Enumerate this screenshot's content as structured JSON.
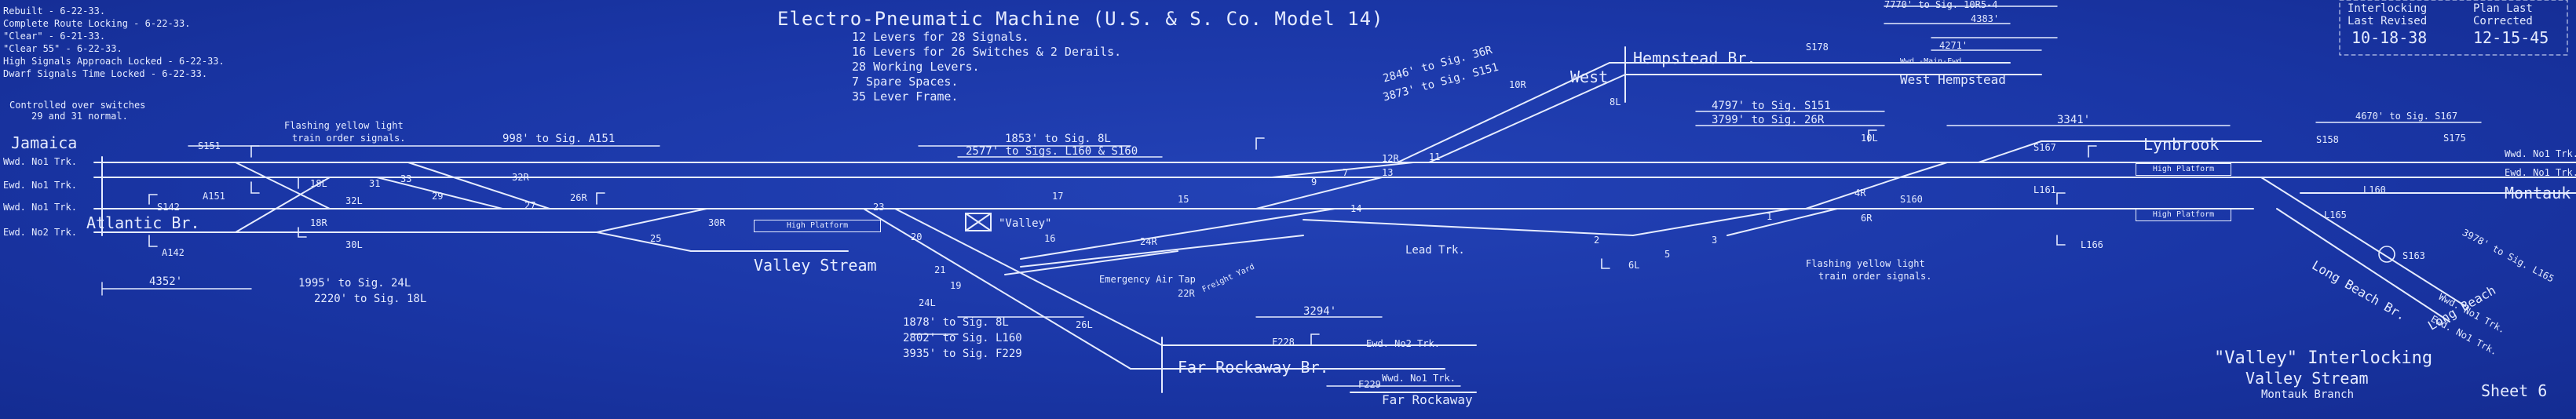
{
  "drawing": {
    "title": "Electro-Pneumatic Machine (U.S. & S. Co. Model 14)",
    "machine_spec": [
      "12 Levers for 28 Signals.",
      "16 Levers for 26 Switches & 2 Derails.",
      "28 Working Levers.",
      "7 Spare Spaces.",
      "35 Lever Frame."
    ],
    "notes_topleft": [
      "Rebuilt - 6-22-33.",
      "Complete Route Locking - 6-22-33.",
      "\"Clear\" - 6-21-33.",
      "\"Clear 55\" - 6-22-33.",
      "High Signals Approach Locked - 6-22-33.",
      "Dwarf Signals Time Locked - 6-22-33."
    ],
    "revision": {
      "interlocking_label": "Interlocking",
      "last_revised_label": "Last Revised",
      "last_revised_date": "10-18-38",
      "plan_last_label": "Plan Last",
      "corrected_label": "Corrected",
      "corrected_date": "12-15-45"
    },
    "title_block": {
      "line1": "\"Valley\" Interlocking",
      "line2": "Valley Stream",
      "line3": "Montauk Branch",
      "sheet": "Sheet 6"
    }
  },
  "places": {
    "jamaica": "Jamaica",
    "atlantic_br": "Atlantic Br.",
    "valley_stream": "Valley Stream",
    "valley_box": "\"Valley\"",
    "hempstead_br": "Hempstead Br.",
    "west": "West",
    "west_hempstead": "West Hempstead",
    "lynbrook": "Lynbrook",
    "montauk": "Montauk",
    "long_beach_br": "Long Beach Br.",
    "long_beach": "Long Beach",
    "far_rockaway_br": "Far Rockaway Br.",
    "far_rockaway": "Far Rockaway",
    "high_platform": "High Platform",
    "lead_trk": "Lead Trk.",
    "freight_yard": "Freight Yard",
    "emergency_air_tap": "Emergency Air Tap"
  },
  "tracks": {
    "wwd_1_left": "Wwd. No1 Trk.",
    "ewd_1_left": "Ewd. No1 Trk.",
    "wwd_1_left2": "Wwd. No1 Trk.",
    "ewd_2_left": "Ewd. No2 Trk.",
    "wwd_1_right": "Wwd. No1 Trk.",
    "ewd_1_right": "Ewd. No1 Trk.",
    "wwd_1_lb": "Wwd. No1 Trk.",
    "ewd_1_lb": "Ewd. No1 Trk.",
    "ewd_2_fr": "Ewd. No2 Trk.",
    "wwd_1_fr": "Wwd. No1 Trk.",
    "wwd_main_ewd": "Wwd.-Main-Ewd."
  },
  "notes": {
    "controlled": "Controlled over switches",
    "controlled2": "29 and 31 normal.",
    "flashing1": "Flashing yellow light",
    "flashing2": "train order signals.",
    "flashing3": "Flashing yellow light",
    "flashing4": "train order signals."
  },
  "distances": {
    "d4352": "4352'",
    "d1995": "1995' to Sig. 24L",
    "d2220": "2220' to Sig. 18L",
    "d998": "998' to Sig. A151",
    "d1853": "1853' to Sig. 8L",
    "d2577": "2577' to Sigs. L160 & S160",
    "d2846": "2846' to Sig. 36R",
    "d3873": "3873' to Sig. S151",
    "d7770": "7770' to Sig. 10R5-4",
    "d4383": "4383'",
    "d4271": "4271'",
    "d4797": "4797' to Sig. S151",
    "d3799": "3799' to Sig. 26R",
    "d3341": "3341'",
    "d4670": "4670' to Sig. S167",
    "d3294": "3294'",
    "d1878": "1878' to Sig. 8L",
    "d2802": "2802' to Sig. L160",
    "d3935": "3935' to Sig. F229",
    "d3978": "3978' to Sig. L165"
  },
  "signals": {
    "s151": "S151",
    "a151": "A151",
    "s142": "S142",
    "a142": "A142",
    "s18l": "18L",
    "s18r": "18R",
    "s32l": "32L",
    "s32r": "32R",
    "s30l": "30L",
    "s24r": "24R",
    "s24l": "24L",
    "s22r": "22R",
    "s26r": "26R",
    "s26l": "26L",
    "s30r": "30R",
    "s8l": "8L",
    "s6l": "6L",
    "s6r": "6R",
    "s4r": "4R",
    "s10r": "10R",
    "s10l": "10L",
    "s12r": "12R",
    "s167": "S167",
    "s160": "S160",
    "l161": "L161",
    "l166": "L166",
    "f229": "F229",
    "f228": "F228",
    "s178": "S178",
    "s175": "S175",
    "l160": "L160",
    "s158": "S158",
    "s163": "S163",
    "l165": "L165"
  },
  "levers": {
    "l31": "31",
    "l33": "33",
    "l29": "29",
    "l27": "27",
    "l25": "25",
    "l23": "23",
    "l21": "21",
    "l19": "19",
    "l17": "17",
    "l15": "15",
    "l13": "13",
    "l11": "11",
    "l9": "9",
    "l7": "7",
    "l5": "5",
    "l3": "3",
    "l1": "1",
    "l14": "14",
    "l16": "16",
    "l20": "20",
    "l2": "2"
  }
}
